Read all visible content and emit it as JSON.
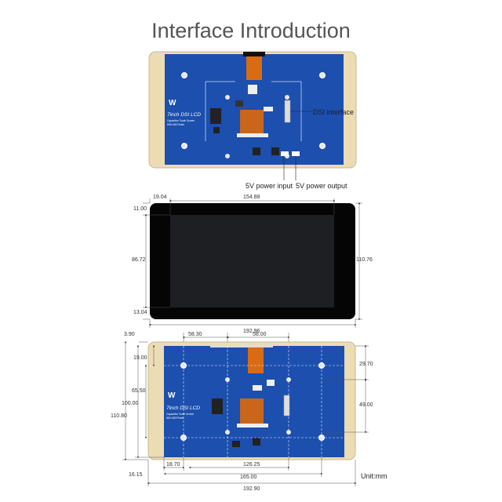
{
  "title": "Interface Introduction",
  "labels": {
    "dsi": "DSI interface",
    "power_in": "5V power input",
    "power_out": "5V power output"
  },
  "silkscreen": {
    "product": "7inch DSI LCD",
    "line1": "Capacitive Touch Screen",
    "line2": "800×480 Pixels",
    "logo": "W"
  },
  "dims_front": {
    "left_margin": "19.04",
    "width_active": "154.88",
    "top_margin": "11.00",
    "height_active": "86.72",
    "height_total": "110.76",
    "bottom_margin": "13.04",
    "width_total": "192.96"
  },
  "dims_back": {
    "left_edge": "3.90",
    "hole_a": "58.30",
    "hole_b": "58.00",
    "top_offset": "19.00",
    "right_top": "29.70",
    "hole_height": "65.50",
    "height_inner": "100.00",
    "height_total": "110.80",
    "right_mid": "49.00",
    "left_inner": "18.70",
    "span_126": "126.25",
    "span_165": "165.00",
    "left_offset": "16.15",
    "width_total": "192.90"
  },
  "unit": "Unit:mm",
  "colors": {
    "pcb": "#1c4fae",
    "frame": "#ecdcb4",
    "fpc": "#d96b12",
    "screen": "#1d1f23",
    "bezel": "#050505"
  }
}
